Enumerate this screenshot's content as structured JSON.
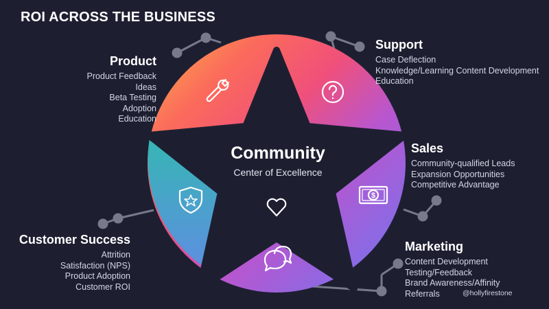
{
  "title": "ROI ACROSS THE BUSINESS",
  "center": {
    "title": "Community",
    "subtitle": "Center of Excellence",
    "icon": "heart-icon"
  },
  "credit": "@hollyfirestone",
  "colors": {
    "background": "#1d1f31",
    "product": "#fb8a4d",
    "support": "#f0507a",
    "sales": "#b856cf",
    "marketing": "#8a6ae4",
    "customer_success": "#4fa2d6",
    "connector": "#777a8a"
  },
  "groups": {
    "product": {
      "title": "Product",
      "icon": "wrench-icon",
      "items": [
        "Product Feedback",
        "Ideas",
        "Beta Testing",
        "Adoption",
        "Education"
      ]
    },
    "support": {
      "title": "Support",
      "icon": "question-circle-icon",
      "items": [
        "Case Deflection",
        "Knowledge/Learning Content Development",
        "Education"
      ]
    },
    "sales": {
      "title": "Sales",
      "icon": "dollar-bill-icon",
      "items": [
        "Community-qualified Leads",
        "Expansion Opportunities",
        "Competitive Advantage"
      ]
    },
    "marketing": {
      "title": "Marketing",
      "icon": "chat-bubbles-icon",
      "items": [
        "Content Development",
        "Testing/Feedback",
        "Brand Awareness/Affinity",
        "Referrals"
      ]
    },
    "customer_success": {
      "title": "Customer Success",
      "icon": "shield-star-icon",
      "items": [
        "Attrition",
        "Satisfaction (NPS)",
        "Product Adoption",
        "Customer ROI"
      ]
    }
  }
}
